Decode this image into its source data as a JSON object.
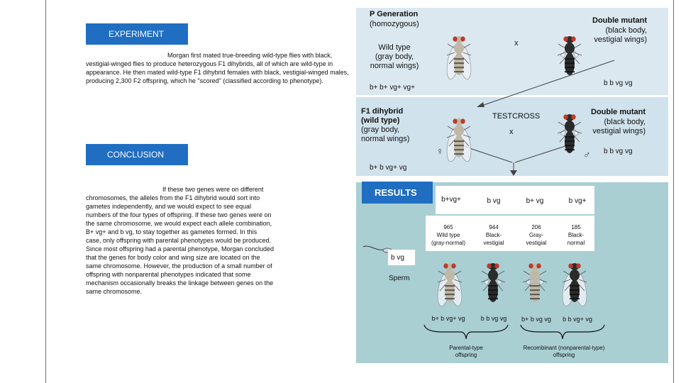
{
  "experiment": {
    "label": "EXPERIMENT",
    "text": "Morgan first mated true-breeding wild-type flies with black, vestigial-winged flies to produce heterozygous F1 dihybrids, all of which are wild-type in appearance. He then mated wild-type F1 dihybrid females with black, vestigial-winged males, producing 2,300 F2 offspring, which he \"scored\" (classified according to phenotype)."
  },
  "conclusion": {
    "label": "CONCLUSION",
    "text": "If these two genes were on different chromosomes, the alleles from the F1 dihybrid would sort into gametes independently, and we would expect to see equal numbers of the four types of offspring. If these two genes were on the same chromosome, we would expect each allele combination, B+ vg+ and b vg, to stay together as gametes formed. In this case, only offspring with parental phenotypes would be produced. Since most offspring had a parental phenotype, Morgan concluded that the genes for body color and wing size are located on the same chromosome. However, the production of a small number of offspring with nonparental phenotypes indicated that some mechanism occasionally breaks the linkage between genes on the same chromosome."
  },
  "p_generation": {
    "title": "P Generation",
    "subtitle": "(homozygous)",
    "wild_label": "Wild type",
    "wild_desc_1": "(gray body,",
    "wild_desc_2": "normal wings)",
    "cross": "x",
    "mutant_label": "Double mutant",
    "mutant_desc_1": "(black body,",
    "mutant_desc_2": "vestigial wings)",
    "wild_genotype": "b+ b+ vg+ vg+",
    "mutant_genotype": "b b vg vg"
  },
  "f1": {
    "title_1": "F1 dihybrid",
    "title_2": "(wild type)",
    "desc_1": "(gray body,",
    "desc_2": "normal wings)",
    "testcross": "TESTCROSS",
    "cross": "x",
    "mutant_label": "Double mutant",
    "mutant_desc_1": "(black body,",
    "mutant_desc_2": "vestigial wings)",
    "female_symbol": "♀",
    "male_symbol": "♂",
    "mutant_genotype": "b b vg vg",
    "f1_genotype": "b+ b vg+ vg"
  },
  "results": {
    "label": "RESULTS",
    "eggs": [
      {
        "genotype": "b+vg+",
        "count": "965",
        "phenotype_1": "Wild type",
        "phenotype_2": "(gray-normal)",
        "offspring": "b+ b vg+ vg"
      },
      {
        "genotype": "b vg",
        "count": "944",
        "phenotype_1": "Black-",
        "phenotype_2": "vestigial",
        "offspring": "b b vg vg"
      },
      {
        "genotype": "b+ vg",
        "count": "206",
        "phenotype_1": "Gray-",
        "phenotype_2": "vestigial",
        "offspring": "b+ b vg vg"
      },
      {
        "genotype": "b vg+",
        "count": "185",
        "phenotype_1": "Black-",
        "phenotype_2": "normal",
        "offspring": "b b vg+ vg"
      }
    ],
    "sperm_genotype": "b vg",
    "sperm_label": "Sperm",
    "parental_1": "Parental-type",
    "parental_2": "offspring",
    "recombinant_1": "Recombinant (nonparental-type)",
    "recombinant_2": "offspring"
  }
}
